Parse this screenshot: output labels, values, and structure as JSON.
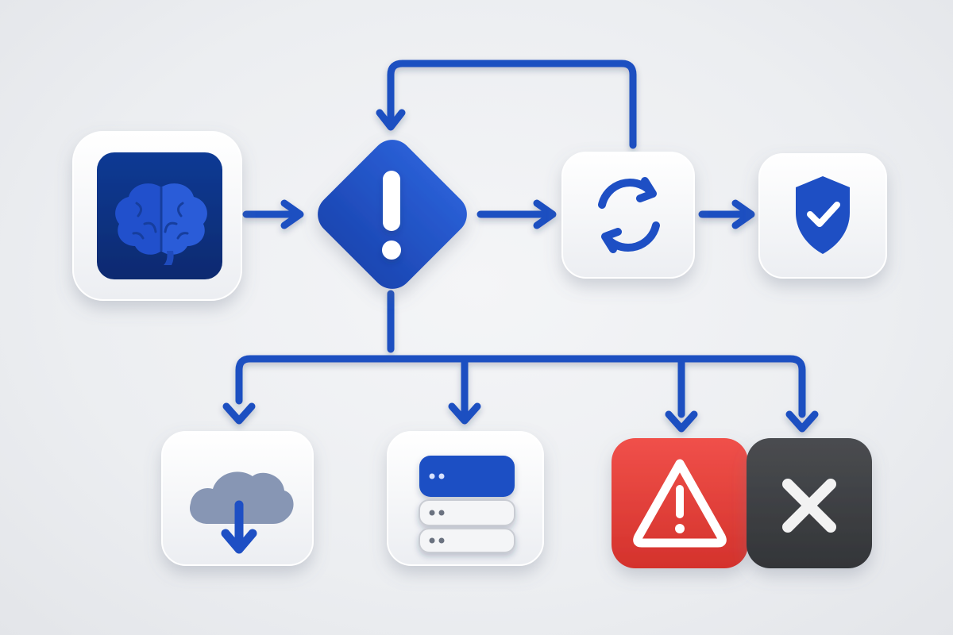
{
  "diagram": {
    "colors": {
      "background": "#eceef1",
      "connector": "#1f4fc1",
      "accent_blue": "#1e4fc4",
      "dark_blue": "#0b2f7e",
      "tile_white": "#fbfbfc",
      "cloud_gray": "#8796b4",
      "alert_red": "#e23b33",
      "close_dark": "#3d3f42"
    },
    "nodes": [
      {
        "id": "brain",
        "icon": "brain-icon",
        "shape": "rounded-square",
        "style": "white-frame-dark-blue-inset"
      },
      {
        "id": "decision",
        "icon": "exclamation-icon",
        "shape": "diamond",
        "style": "blue"
      },
      {
        "id": "retry",
        "icon": "refresh-icon",
        "shape": "rounded-square",
        "style": "white"
      },
      {
        "id": "secure",
        "icon": "shield-check-icon",
        "shape": "rounded-square",
        "style": "white"
      },
      {
        "id": "download",
        "icon": "cloud-download-icon",
        "shape": "rounded-square",
        "style": "white"
      },
      {
        "id": "storage",
        "icon": "server-stack-icon",
        "shape": "rounded-square",
        "style": "white"
      },
      {
        "id": "alert",
        "icon": "warning-triangle-icon",
        "shape": "rounded-square",
        "style": "red"
      },
      {
        "id": "cancel",
        "icon": "close-x-icon",
        "shape": "rounded-square",
        "style": "dark"
      }
    ],
    "edges": [
      {
        "from": "brain",
        "to": "decision"
      },
      {
        "from": "decision",
        "to": "retry"
      },
      {
        "from": "retry",
        "to": "decision",
        "kind": "feedback-loop"
      },
      {
        "from": "retry",
        "to": "secure"
      },
      {
        "from": "decision",
        "to": "download"
      },
      {
        "from": "decision",
        "to": "storage"
      },
      {
        "from": "decision",
        "to": "alert"
      },
      {
        "from": "decision",
        "to": "cancel"
      }
    ]
  }
}
